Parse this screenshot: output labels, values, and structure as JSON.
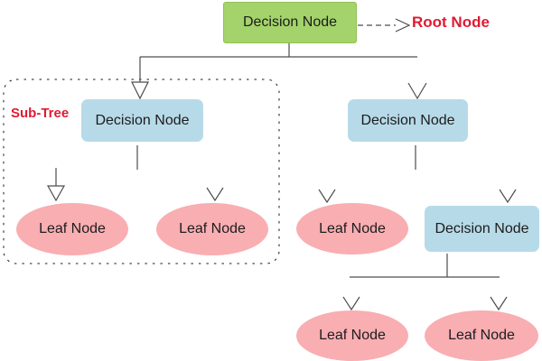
{
  "title": "Decision tree structure diagram",
  "colors": {
    "root_node_fill": "#a3d36a",
    "decision_node_fill": "#b7dae8",
    "leaf_node_fill": "#f9aeb2",
    "annotation_red": "#e01a32",
    "connector": "#4d4d4d",
    "node_text": "#1c1c1c",
    "background": "#ffffff"
  },
  "nodes": {
    "root": {
      "label": "Decision Node",
      "type": "decision"
    },
    "subtree_decision": {
      "label": "Decision Node",
      "type": "decision"
    },
    "right_decision": {
      "label": "Decision Node",
      "type": "decision"
    },
    "right_child_decision": {
      "label": "Decision Node",
      "type": "decision"
    },
    "subtree_leaf_left": {
      "label": "Leaf Node",
      "type": "leaf"
    },
    "subtree_leaf_right": {
      "label": "Leaf Node",
      "type": "leaf"
    },
    "mid_leaf": {
      "label": "Leaf Node",
      "type": "leaf"
    },
    "bottom_leaf_left": {
      "label": "Leaf Node",
      "type": "leaf"
    },
    "bottom_leaf_right": {
      "label": "Leaf Node",
      "type": "leaf"
    }
  },
  "annotations": {
    "root_pointer_label": "Root Node",
    "subtree_label": "Sub-Tree"
  }
}
